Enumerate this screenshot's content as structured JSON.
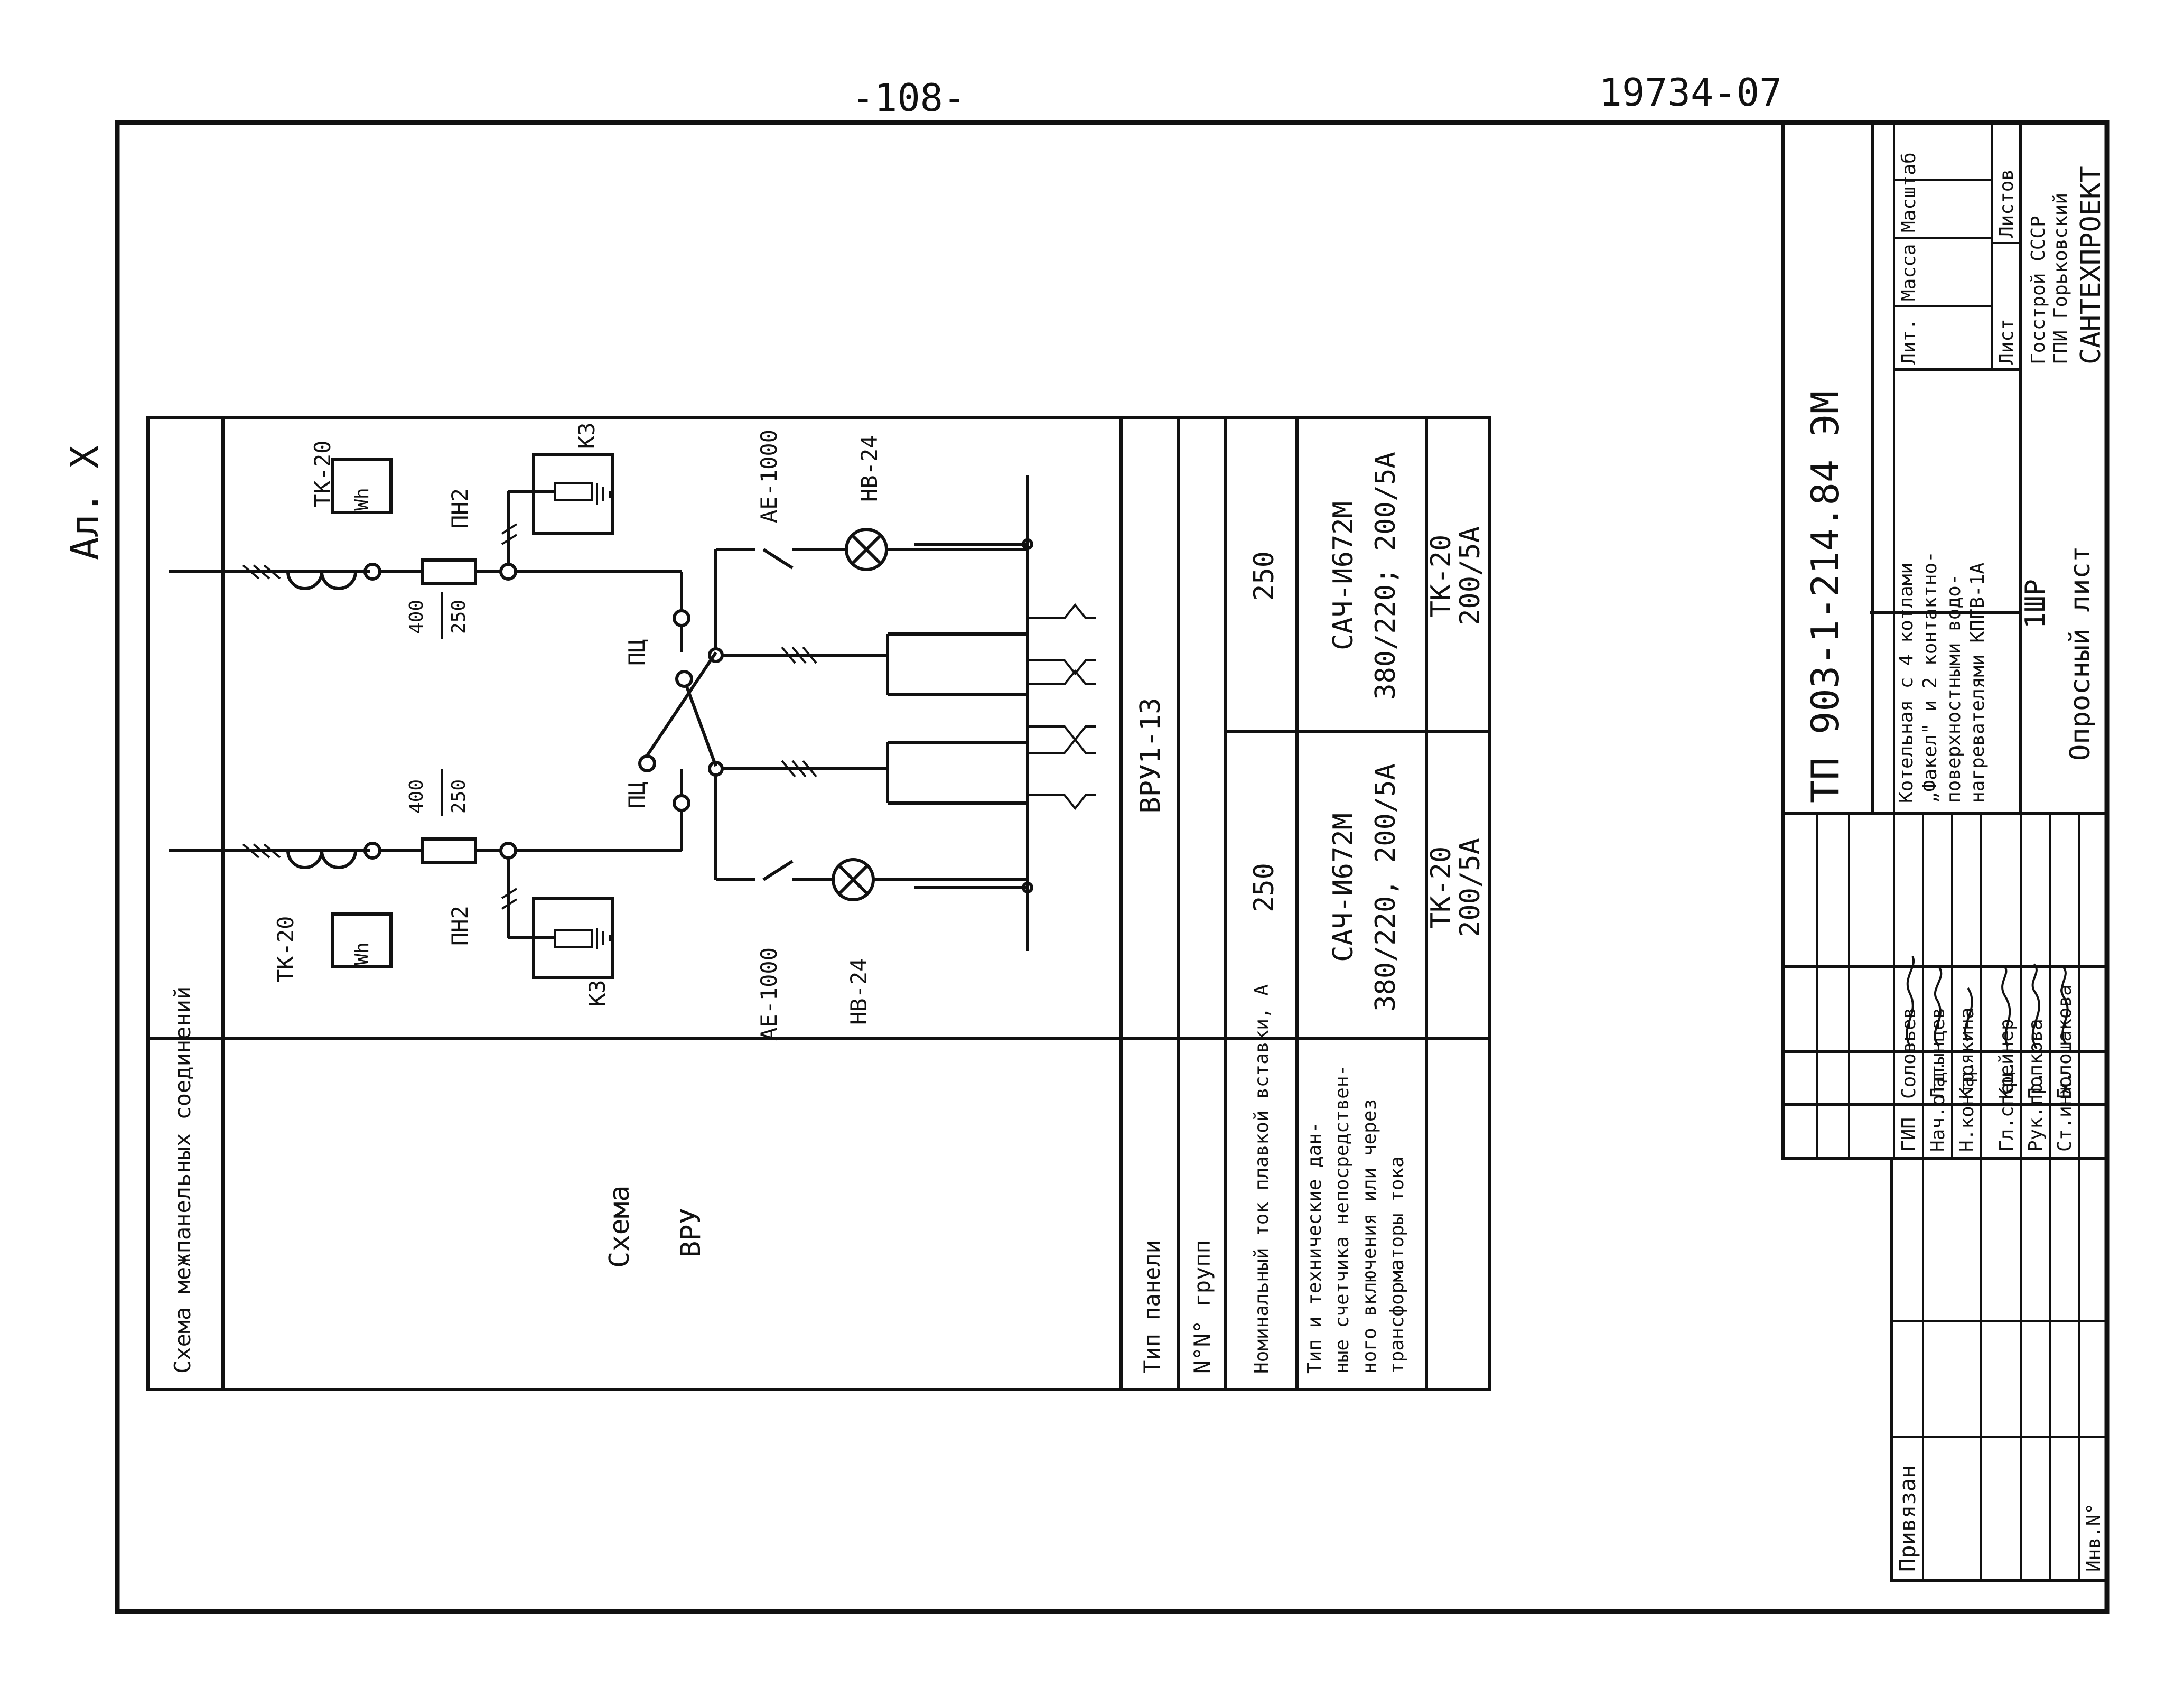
{
  "header": {
    "page_number": "-108-",
    "doc_code": "19734-07",
    "sheet_tag": "Ал. Х"
  },
  "form": {
    "row_labels": {
      "scheme_interpanel": "Схема межпанельных соединений",
      "scheme_title": "Схема",
      "scheme_subtitle": "ВРУ",
      "panel_type": "Тип панели",
      "group_numbers": "N°N° групп",
      "nominal_current": "Номинальный ток плавкой вставки, А",
      "meter_type_l1": "Тип и технические дан-",
      "meter_type_l2": "ные счетчика непосредствен-",
      "meter_type_l3": "ного включения или через",
      "meter_type_l4": "трансформаторы тока"
    },
    "values": {
      "panel_type": "ВРУ1-13",
      "current_left": "250",
      "current_right": "250",
      "meter_left_l1": "САЧ-И672М",
      "meter_left_l2": "380/220, 200/5А",
      "meter_right_l1": "САЧ-И672М",
      "meter_right_l2": "380/220; 200/5А",
      "ct_left_l1": "ТК-20",
      "ct_left_l2": "200/5А",
      "ct_right_l1": "ТК-20",
      "ct_right_l2": "200/5А"
    }
  },
  "schematic": {
    "ct_label": "ТК-20",
    "wh_label": "Wh",
    "fuse_label": "ПН2",
    "fuse_rating_top": "400",
    "fuse_rating_bottom": "250",
    "kz_label": "К3",
    "pc_label": "ПЦ",
    "breaker_label": "АЕ-1000",
    "lamp_label": "НВ-24"
  },
  "title_block": {
    "project_code": "ТП 903-1-214.84 ЭМ",
    "desc_l1": "Котельная с 4 котлами",
    "desc_l2": "„Факел\" и 2 контактно-",
    "desc_l3": "поверхностными водо-",
    "desc_l4": "нагревателями КПГВ-1А",
    "sheet_code": "1ШР",
    "sheet_name": "Опросный лист",
    "col_lit": "Лит.",
    "col_mass": "Масса",
    "col_scale": "Масштаб",
    "col_sheet": "Лист",
    "col_sheets": "Листов",
    "org_l1": "Госстрой СССР",
    "org_l2": "ГПИ Горьковский",
    "org_l3": "САНТЕХПРОЕКТ",
    "privyazan": "Привязан",
    "inv_no": "Инв.N°",
    "signers": [
      {
        "role": "ГИП",
        "name": "Соловьев"
      },
      {
        "role": "Нач.отд.",
        "name": "Латынцев"
      },
      {
        "role": "Н.контр.",
        "name": "Карякина"
      },
      {
        "role": "Гл.спец.",
        "name": "Крейнер"
      },
      {
        "role": "Рук.гр.",
        "name": "Попкова"
      },
      {
        "role": "Ст.инж.",
        "name": "Болошакова"
      }
    ]
  }
}
